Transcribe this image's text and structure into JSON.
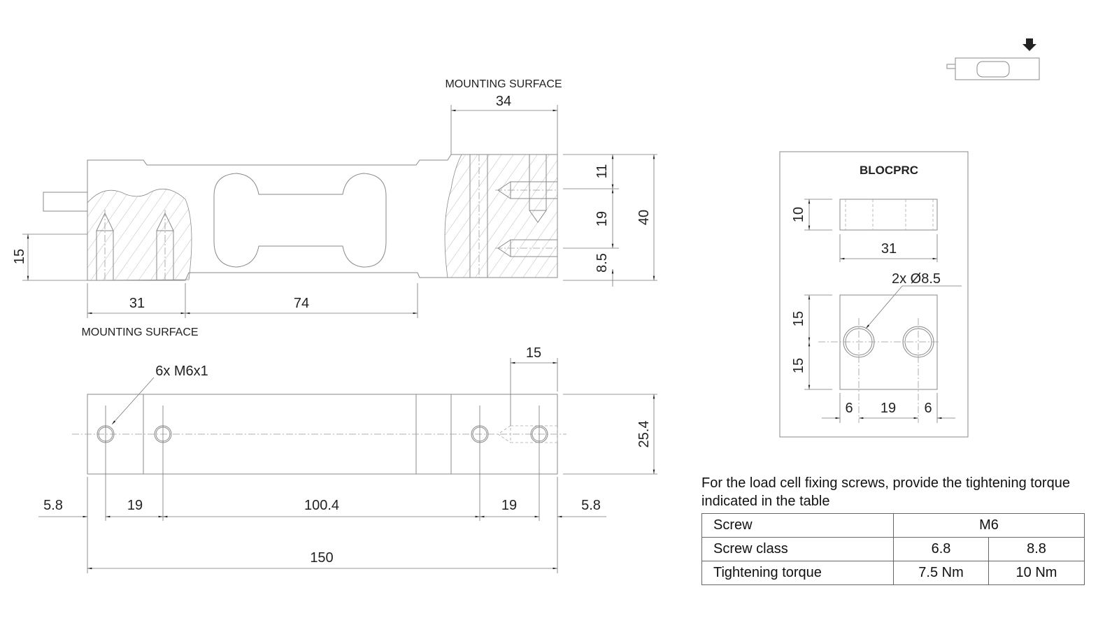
{
  "side_view": {
    "mounting_surface_top": "MOUNTING SURFACE",
    "mounting_surface_bottom": "MOUNTING SURFACE",
    "dim_34": "34",
    "dim_11": "11",
    "dim_19": "19",
    "dim_8_5": "8.5",
    "dim_40": "40",
    "dim_15": "15",
    "dim_31": "31",
    "dim_74": "74"
  },
  "top_view": {
    "thread_callout": "6x M6x1",
    "dim_15": "15",
    "dim_25_4": "25.4",
    "dim_5_8_left": "5.8",
    "dim_19_left": "19",
    "dim_100_4": "100.4",
    "dim_19_right": "19",
    "dim_5_8_right": "5.8",
    "dim_150": "150"
  },
  "blocprc": {
    "title": "BLOCPRC",
    "dim_10": "10",
    "dim_31": "31",
    "hole_callout": "2x Ø8.5",
    "dim_15_top": "15",
    "dim_15_bottom": "15",
    "dim_6_left": "6",
    "dim_19": "19",
    "dim_6_right": "6"
  },
  "note": {
    "text": "For the load cell fixing screws, provide the tightening torque indicated in the table"
  },
  "torque_table": {
    "screw_label": "Screw",
    "screw_value": "M6",
    "class_label": "Screw class",
    "class_values": [
      "6.8",
      "8.8"
    ],
    "torque_label": "Tightening torque",
    "torque_values": [
      "7.5 Nm",
      "10 Nm"
    ]
  }
}
